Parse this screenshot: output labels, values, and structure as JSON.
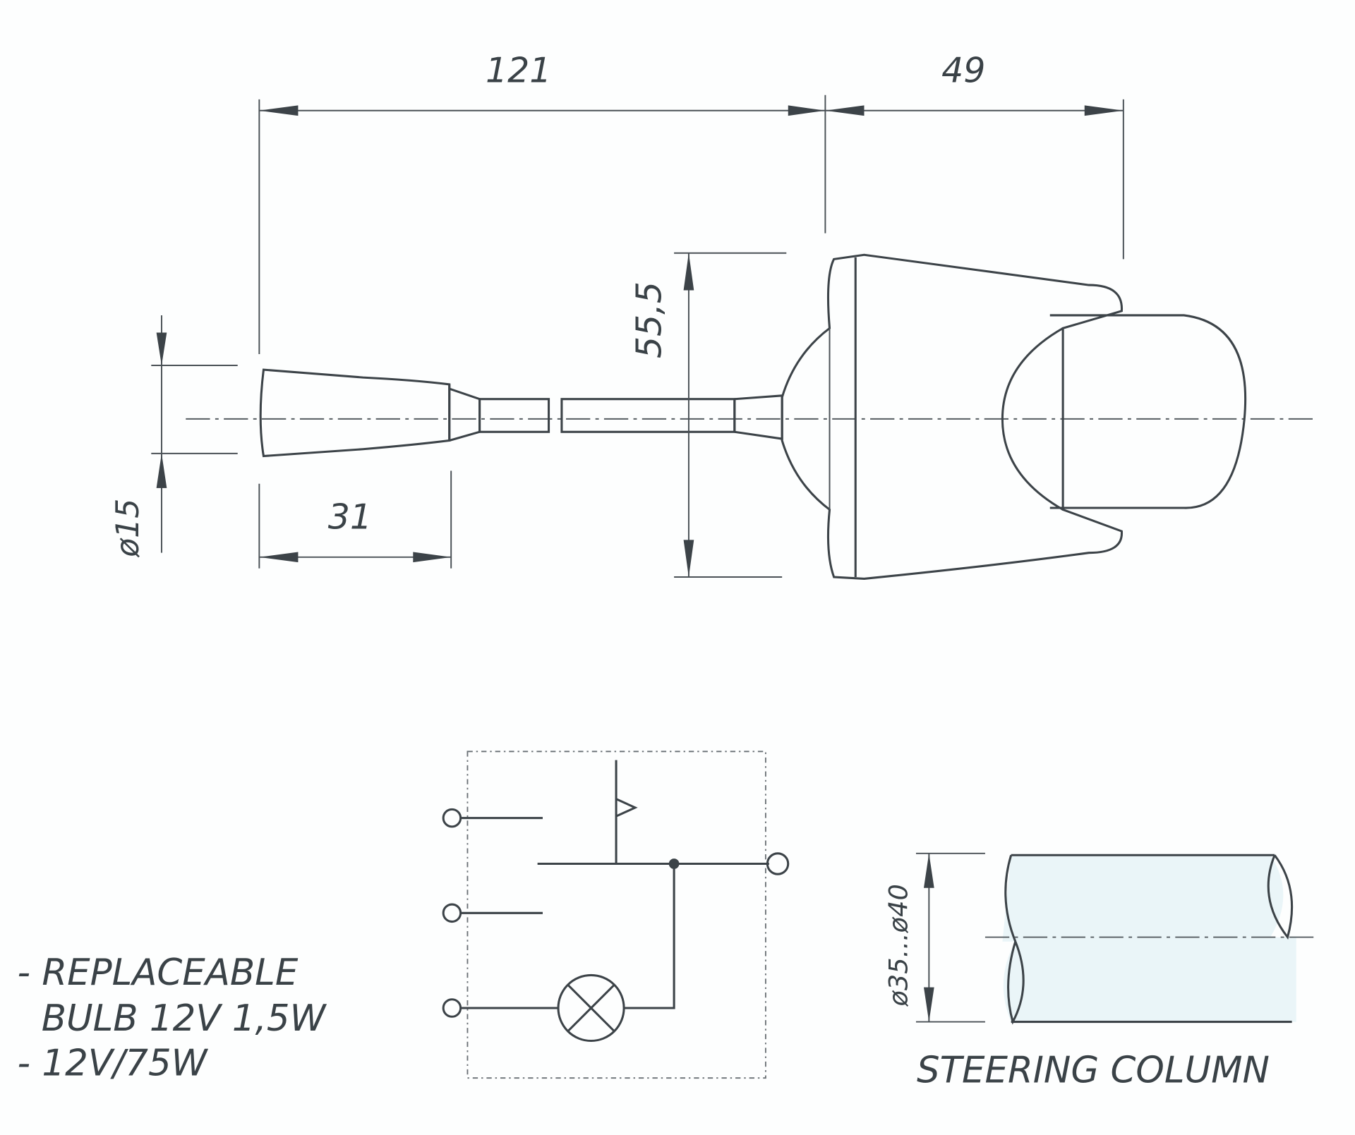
{
  "dimensions": {
    "overall_length": "121",
    "clamp_length": "49",
    "height": "55,5",
    "knob_diameter": "ø15",
    "knob_length": "31",
    "column_diameter": "ø35...ø40"
  },
  "notes": {
    "line1": "- REPLACEABLE",
    "line2": "BULB 12V  1,5W",
    "line3": "- 12V/75W"
  },
  "column_label": "STEERING COLUMN",
  "colors": {
    "ink": "#3c4348",
    "column_fill": "#eaf5f8"
  }
}
